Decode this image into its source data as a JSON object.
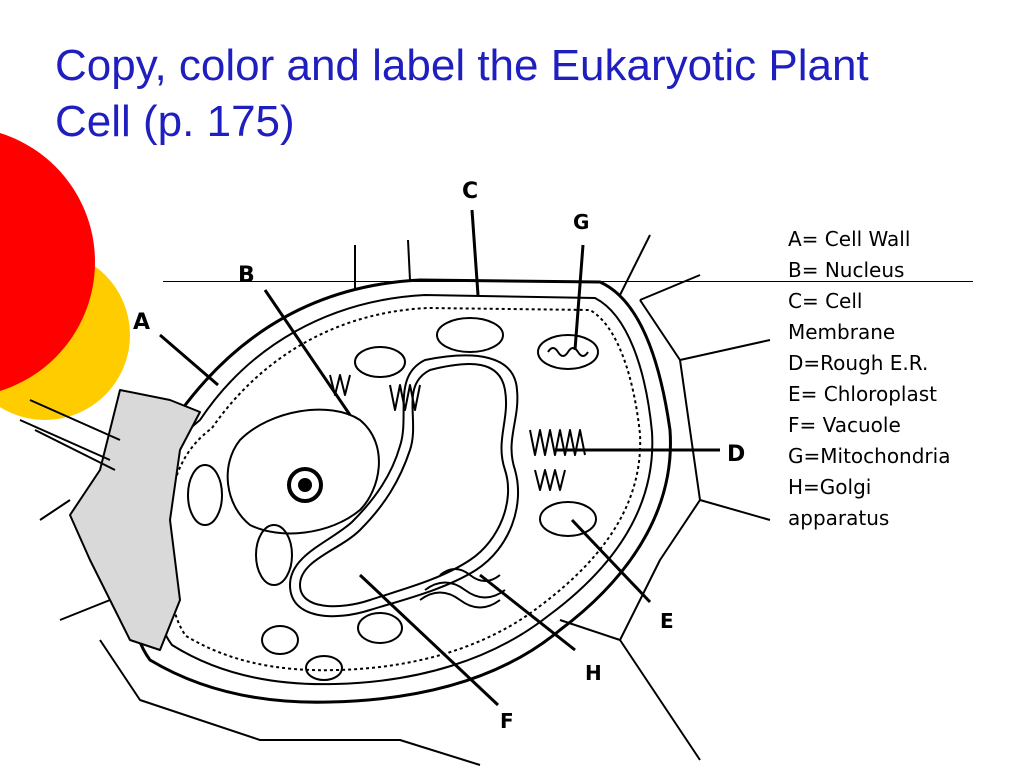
{
  "slide": {
    "title": "Copy, color and label the Eukaryotic Plant Cell (p. 175)",
    "colors": {
      "title": "#1f1fbf",
      "accent_red": "#ff0000",
      "accent_yellow": "#ffcc00"
    }
  },
  "diagram": {
    "labels": {
      "a": "A",
      "b": "B",
      "c": "C",
      "d": "D",
      "e": "E",
      "f": "F",
      "g": "G",
      "h": "H"
    }
  },
  "legend": [
    {
      "text": "A= Cell Wall"
    },
    {
      "text": "B= Nucleus"
    },
    {
      "text": "C= Cell Membrane"
    },
    {
      "text": "D=Rough E.R."
    },
    {
      "text": "E= Chloroplast"
    },
    {
      "text": "F= Vacuole"
    },
    {
      "text": "G=Mitochondria"
    },
    {
      "text": "H=Golgi apparatus"
    }
  ]
}
